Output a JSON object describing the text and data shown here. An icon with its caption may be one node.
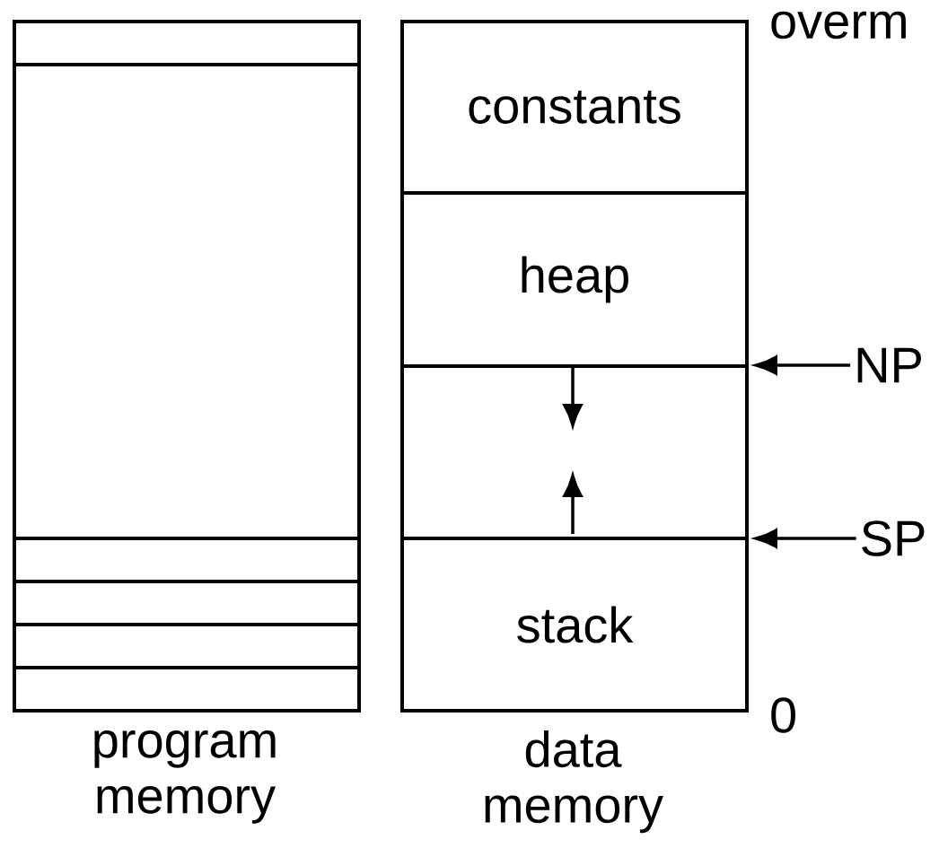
{
  "diagram": {
    "nodes": [
      {
        "text": [
          "program memory"
        ]
      },
      {
        "text": [],
        "shape": "box",
        "in": 0
      },
      {
        "text": [],
        "shape": "box",
        "in": 0
      },
      {
        "text": [],
        "shape": "box",
        "in": 0
      },
      {
        "text": [],
        "shape": "box",
        "in": 0
      },
      {
        "text": [],
        "shape": "box",
        "in": 0
      },
      {
        "text": [],
        "shape": "box",
        "in": 0
      },
      {
        "text": [
          "data memory"
        ]
      },
      {
        "text": [
          "constants"
        ],
        "in": 7
      },
      {
        "text": [
          "heap"
        ],
        "in": 7
      },
      {
        "text": [],
        "shape": "box",
        "in": 7
      },
      {
        "text": [
          "stack"
        ],
        "in": 7
      },
      {
        "text": [
          "NP"
        ]
      },
      {
        "text": [
          "SP"
        ]
      }
    ],
    "edges": [
      {
        "from": 12,
        "to": 9,
        "arrow": "to"
      },
      {
        "from": 13,
        "to": 11,
        "arrow": "to"
      }
    ],
    "labels": [
      "overm",
      "0"
    ]
  }
}
